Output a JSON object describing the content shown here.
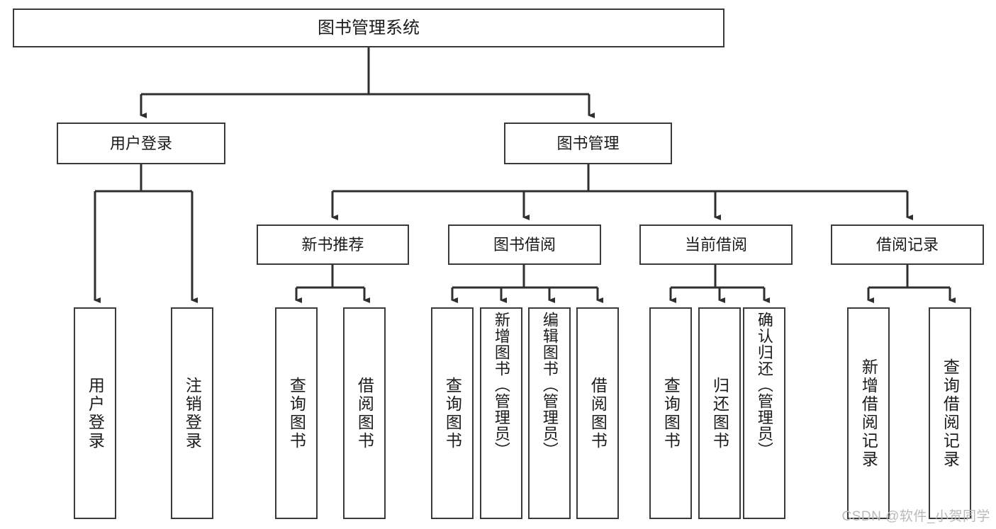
{
  "diagram": {
    "title": "图书管理系统",
    "type": "hierarchy-tree",
    "root": {
      "label": "图书管理系统"
    },
    "level2": [
      {
        "label": "用户登录"
      },
      {
        "label": "图书管理"
      }
    ],
    "level3": [
      {
        "label": "新书推荐"
      },
      {
        "label": "图书借阅"
      },
      {
        "label": "当前借阅"
      },
      {
        "label": "借阅记录"
      }
    ],
    "leaves": {
      "user_login": [
        {
          "label": "用户登录"
        },
        {
          "label": "注销登录"
        }
      ],
      "new_book": [
        {
          "label": "查询图书"
        },
        {
          "label": "借阅图书"
        }
      ],
      "book_borrow": [
        {
          "label": "查询图书"
        },
        {
          "label": "新增图书（管理员）"
        },
        {
          "label": "编辑图书（管理员）"
        },
        {
          "label": "借阅图书"
        }
      ],
      "current_borrow": [
        {
          "label": "查询图书"
        },
        {
          "label": "归还图书"
        },
        {
          "label": "确认归还（管理员）"
        }
      ],
      "borrow_record": [
        {
          "label": "新增借阅记录"
        },
        {
          "label": "查询借阅记录"
        }
      ]
    }
  },
  "colors": {
    "stroke": "#3a3a3a",
    "text": "#1b1b1b",
    "background": "#ffffff",
    "watermark": "#b9b9b9"
  },
  "watermark": {
    "text": "CSDN @软件_小贺同学"
  }
}
